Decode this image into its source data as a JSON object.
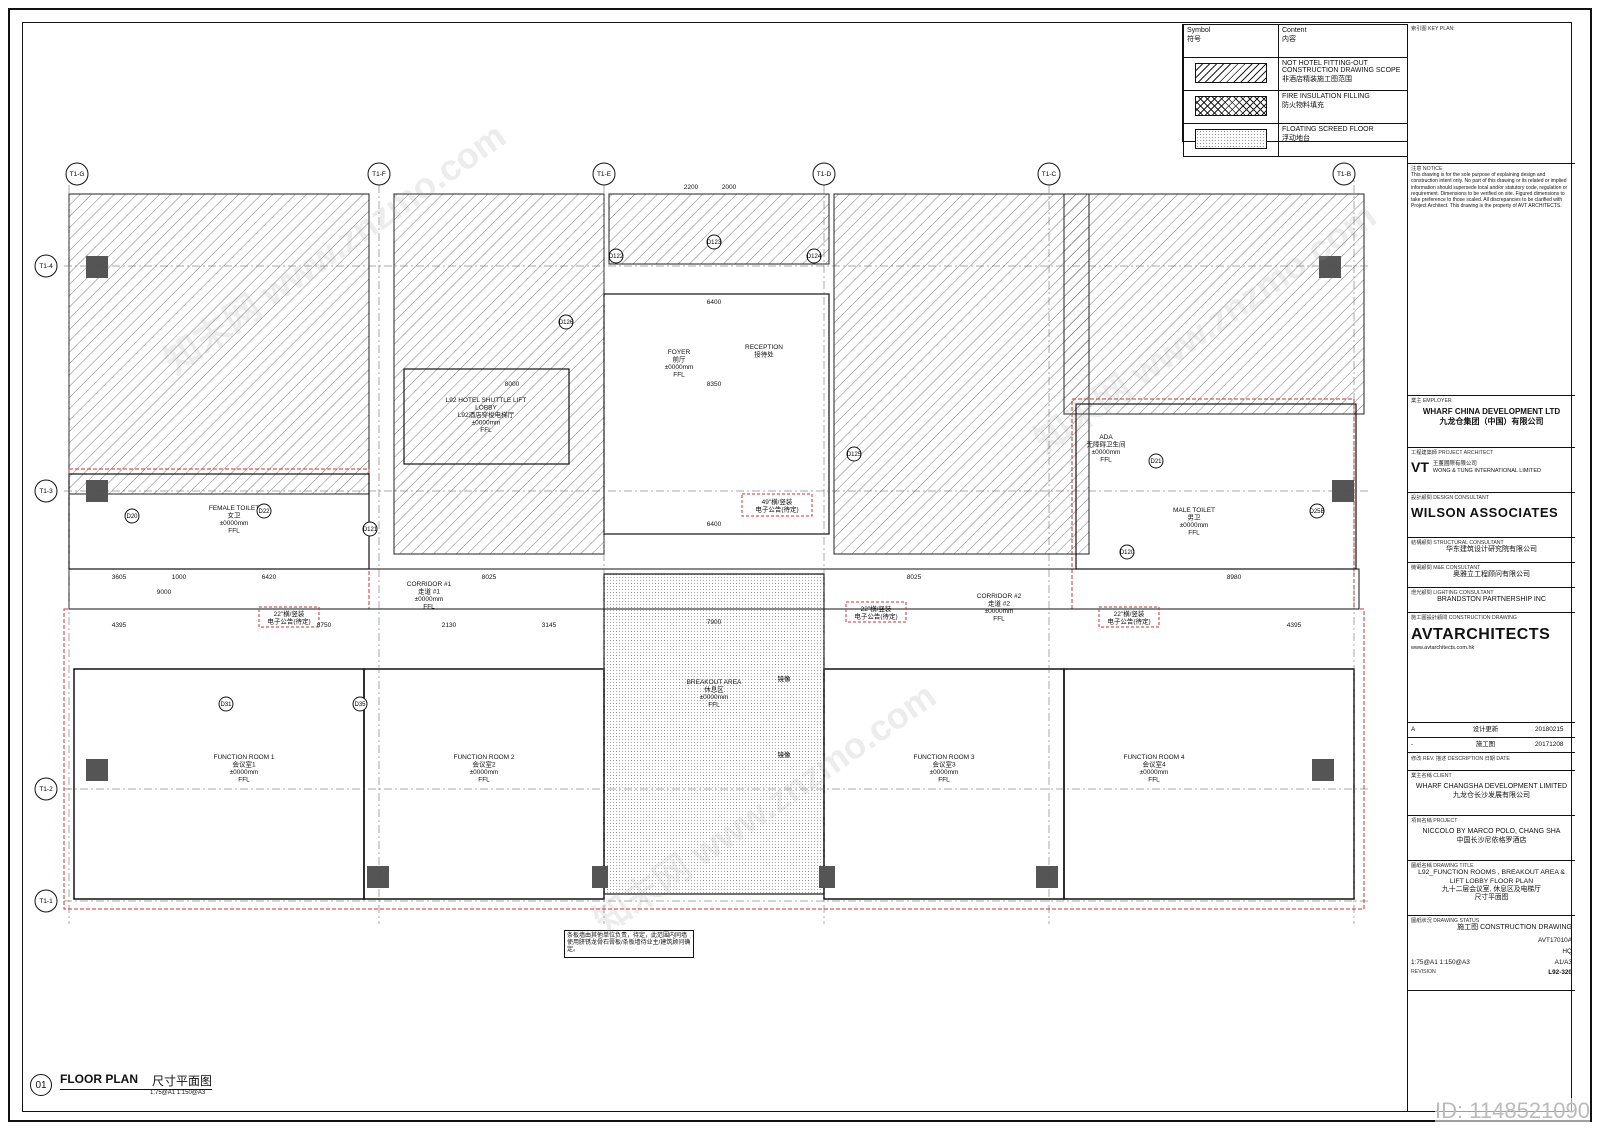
{
  "legend": {
    "header_symbol": "Symbol\n符号",
    "header_content": "Content\n内容",
    "rows": [
      {
        "text": "NOT HOTEL FITTING-OUT\nCONSTRUCTION DRAWING SCOPE\n非酒店精装施工图范围"
      },
      {
        "text": "FIRE INSULATION FILLING\n防火物料填充"
      },
      {
        "text": "FLOATING SCREED FLOOR\n浮动地台"
      }
    ]
  },
  "titleblock": {
    "key_plan": "索引图 KEY PLAN:",
    "notice_h": "注意 NOTICE",
    "notice": "This drawing is for the sole purpose of explaining design and construction intent only. No part of this drawing or its related or implied information should supersede local and/or statutory code, regulation or requirement. Dimensions to be verified on site. Figured dimensions to take preference to those scaled. All discrepancies to be clarified with Project Architect. This drawing is the property of AVT ARCHITECTS.",
    "employer_h": "業主 EMPLOYER",
    "employer": "WHARF CHINA DEVELOPMENT LTD\n九龙仓集团（中国）有限公司",
    "architect_h": "工程建築師 PROJECT ARCHITECT",
    "architect": "王董國際有限公司\nWONG & TUNG INTERNATIONAL LIMITED",
    "design_h": "設計顧問 DESIGN CONSULTANT",
    "design": "WILSON ASSOCIATES",
    "structural_h": "結構顧問 STRUCTURAL CONSULTANT",
    "structural": "华东建筑设计研究院有限公司",
    "mep_h": "機電顧問 M&E CONSULTANT",
    "mep": "奥雅立工程顾问有限公司",
    "lighting_h": "燈光顧問 LIGHTING CONSULTANT",
    "lighting": "BRANDSTON PARTNERSHIP INC",
    "cd_h": "施工圖設計顧問 CONSTRUCTION DRAWING",
    "cd_logo": "AVTARCHITECTS",
    "cd_url": "www.avtarchitects.com.hk",
    "revisions": [
      {
        "rev": "A",
        "desc": "设计更新",
        "date": "20180215"
      },
      {
        "rev": "-",
        "desc": "施工图",
        "date": "20171208"
      }
    ],
    "rev_headers": "修改 REV.  描述 DESCRIPTION  日期 DATE",
    "client_h": "業主名稱 CLIENT",
    "client": "WHARF CHANGSHA DEVELOPMENT LIMITED\n九龙仓长沙发展有限公司",
    "project_h": "項目名稱 PROJECT",
    "project": "NICCOLO BY MARCO POLO, CHANG SHA\n中国长沙尼依格罗酒店",
    "title_h": "圖紙名稱 DRAWING TITLE",
    "title": "L92_FUNCTION ROOMS , BREAKOUT AREA &\nLIFT LOBBY FLOOR  PLAN\n九十二层会议室, 休息区及电梯厅\n尺寸平面图",
    "status_h": "圖紙狀況 DRAWING STATUS",
    "status": "施工图  CONSTRUCTION DRAWING",
    "job_no": "AVT17010A",
    "checked": "HQ",
    "scale": "1:75@A1  1:150@A3",
    "size": "A1/A3",
    "revision_h": "REVISION",
    "drawing_no": "L92-320"
  },
  "plan": {
    "grid_top": [
      "T1-G",
      "T1-F",
      "T1-E",
      "T1-D",
      "T1-C",
      "T1-B"
    ],
    "grid_left": [
      "T1-4",
      "T1-3",
      "T1-2",
      "T1-1"
    ],
    "rooms": [
      {
        "name": "L92 HOTEL SHUTTLE LIFT\nLOBBY\nL92酒店穿梭电梯厅\n±0000mm\nFFL"
      },
      {
        "name": "FOYER\n前厅\n±0000mm\nFFL"
      },
      {
        "name": "RECEPTION\n接待处"
      },
      {
        "name": "FEMALE TOILET\n女卫\n±0000mm\nFFL"
      },
      {
        "name": "ADA\n无障碍卫生间\n±0000mm\nFFL"
      },
      {
        "name": "MALE TOILET\n男卫\n±0000mm\nFFL"
      },
      {
        "name": "CORRIDOR #1\n走道 #1\n±0000mm\nFFL"
      },
      {
        "name": "CORRIDOR #2\n走道 #2\n±0000mm\nFFL"
      },
      {
        "name": "BREAKOUT AREA\n休息区\n±0000mm\nFFL"
      },
      {
        "name": "FUNCTION ROOM 1\n会议室1\n±0000mm\nFFL"
      },
      {
        "name": "FUNCTION ROOM 2\n会议室2\n±0000mm\nFFL"
      },
      {
        "name": "FUNCTION ROOM 3\n会议室3\n±0000mm\nFFL"
      },
      {
        "name": "FUNCTION ROOM 4\n会议室4\n±0000mm\nFFL"
      }
    ],
    "notes": [
      "49\"横/竖装\n电子公告(待定)",
      "22\"横/竖装\n电子公告(待定)",
      "22\"横/竖装\n电子公告(待定)",
      "22\"横/竖装\n电子公告(待定)",
      "条板墙由其他单位负责，待定，此范围内同墙使用脐锈龙骨石膏板/条板墙待业主/建筑顾问确定。"
    ],
    "dims_top": [
      "2200",
      "2000",
      "6400",
      "8000",
      "8350",
      "6400",
      "8025",
      "8025",
      "8980",
      "9000",
      "7900",
      "3605",
      "1000",
      "6420",
      "4395",
      "8750",
      "2130",
      "3145",
      "4395"
    ],
    "doors": [
      "D20",
      "D22",
      "D120",
      "D121",
      "D122",
      "D123",
      "D124",
      "D125",
      "D126",
      "D21",
      "D25B",
      "D31",
      "D35"
    ],
    "mirror": "镜像"
  },
  "footer": {
    "num": "01",
    "title": "FLOOR PLAN",
    "title_cn": "尺寸平面图",
    "scale": "1:75@A1  1:150@A3"
  },
  "watermark": {
    "id": "ID: 1148521090",
    "site": "知末网 www.znzmo.com"
  }
}
